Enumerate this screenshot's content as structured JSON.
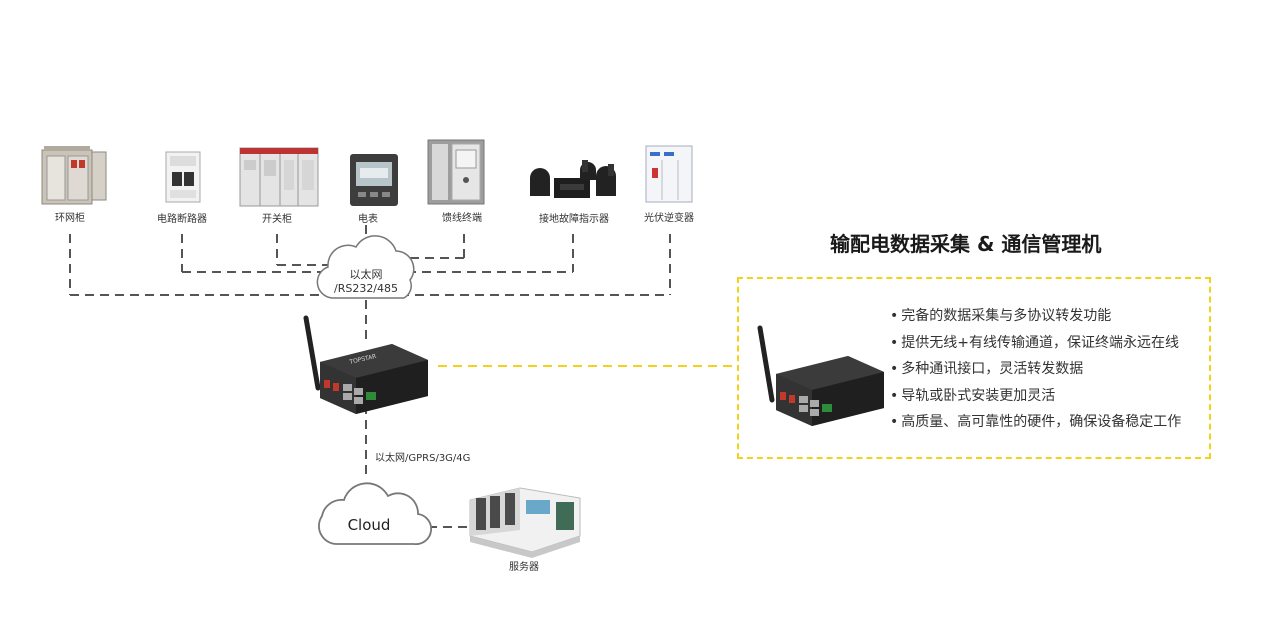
{
  "devices": [
    {
      "name": "ring-main-unit",
      "label": "环网柜"
    },
    {
      "name": "circuit-breaker",
      "label": "电路断路器"
    },
    {
      "name": "switch-cabinet",
      "label": "开关柜"
    },
    {
      "name": "electric-meter",
      "label": "电表"
    },
    {
      "name": "feeder-terminal",
      "label": "馈线终端"
    },
    {
      "name": "ground-fault-indicator",
      "label": "接地故障指示器"
    },
    {
      "name": "pv-inverter",
      "label": "光伏逆变器"
    }
  ],
  "cloud_top": {
    "line1": "以太网",
    "line2": "/RS232/485"
  },
  "uplink_label": "以太网/GPRS/3G/4G",
  "cloud_bottom": {
    "label": "Cloud"
  },
  "server": {
    "label": "服务器"
  },
  "router_brand": "TOPSTAR",
  "panel": {
    "title": "输配电数据采集 & 通信管理机",
    "features": [
      "完备的数据采集与多协议转发功能",
      "提供无线+有线传输通道，保证终端永远在线",
      "多种通讯接口，灵活转发数据",
      "导轨或卧式安装更加灵活",
      "高质量、高可靠性的硬件，确保设备稳定工作"
    ]
  },
  "colors": {
    "dash_line": "#555555",
    "highlight": "#f2d21b",
    "router_body": "#2b2b2b"
  }
}
